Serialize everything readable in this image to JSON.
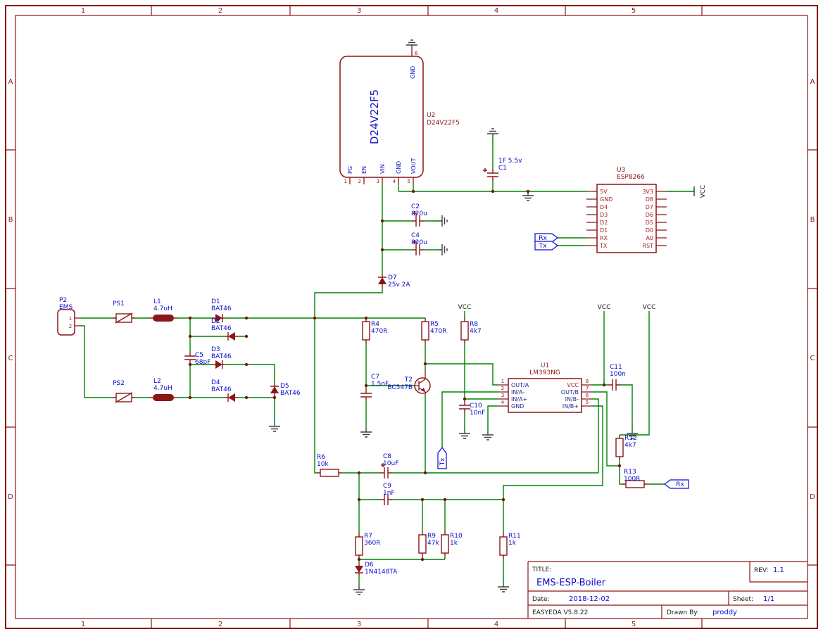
{
  "sheet": {
    "columns": [
      "1",
      "2",
      "3",
      "4",
      "5"
    ],
    "rows": [
      "A",
      "B",
      "C",
      "D"
    ]
  },
  "title_block": {
    "title_label": "TITLE:",
    "title": "EMS-ESP-Boiler",
    "rev_label": "REV:",
    "rev": "1.1",
    "date_label": "Date:",
    "date": "2018-12-02",
    "sheet_label": "Sheet:",
    "sheet": "1/1",
    "tool_version": "EASYEDA V5.8.22",
    "drawn_by_label": "Drawn By:",
    "drawn_by": "proddy"
  },
  "power": {
    "vcc": "VCC"
  },
  "net_flags": {
    "rx": "Rx",
    "tx": "Tx"
  },
  "components": {
    "u2": {
      "ref": "U2",
      "value": "D24V22F5",
      "display_name": "D24V22F5",
      "pin_numbers": [
        "1",
        "2",
        "3",
        "4",
        "5",
        "6"
      ],
      "pin_names": [
        "PG",
        "EN",
        "VIN",
        "GND",
        "VOUT",
        "GND"
      ]
    },
    "u3": {
      "ref": "U3",
      "value": "ESP8266",
      "left_pins": [
        "5V",
        "GND",
        "D4",
        "D3",
        "D2",
        "D1",
        "RX",
        "TX"
      ],
      "right_pins": [
        "3V3",
        "D8",
        "D7",
        "D6",
        "D5",
        "D0",
        "A0",
        "RST"
      ]
    },
    "u1": {
      "ref": "U1",
      "value": "LM393NG",
      "left_pins": [
        "OUT/A",
        "IN/A-",
        "IN/A+",
        "GND"
      ],
      "left_pin_numbers": [
        "1",
        "2",
        "3",
        "4"
      ],
      "right_pins": [
        "VCC",
        "OUT/B",
        "IN/B-",
        "IN/B+"
      ],
      "right_pin_numbers": [
        "8",
        "7",
        "6",
        "5"
      ]
    },
    "p2": {
      "ref": "P2",
      "value": "EMS",
      "pin_numbers": [
        "1",
        "2"
      ]
    },
    "ps1": {
      "ref": "PS1"
    },
    "ps2": {
      "ref": "PS2"
    },
    "l1": {
      "ref": "L1",
      "value": "4.7uH"
    },
    "l2": {
      "ref": "L2",
      "value": "4.7uH"
    },
    "d1": {
      "ref": "D1",
      "value": "BAT46"
    },
    "d2": {
      "ref": "D2",
      "value": "BAT46"
    },
    "d3": {
      "ref": "D3",
      "value": "BAT46"
    },
    "d4": {
      "ref": "D4",
      "value": "BAT46"
    },
    "d5": {
      "ref": "D5",
      "value": "BAT46"
    },
    "d6": {
      "ref": "D6",
      "value": "1N4148TA"
    },
    "d7": {
      "ref": "D7",
      "value": "25v 2A"
    },
    "c1": {
      "ref": "C1",
      "value": "1F 5.5v"
    },
    "c2": {
      "ref": "C2",
      "value": "820u"
    },
    "c4": {
      "ref": "C4",
      "value": "820u"
    },
    "c5": {
      "ref": "C5",
      "value": "68pF"
    },
    "c7": {
      "ref": "C7",
      "value": "1.5nF"
    },
    "c8": {
      "ref": "C8",
      "value": "10uF"
    },
    "c9": {
      "ref": "C9",
      "value": "1nF"
    },
    "c10": {
      "ref": "C10",
      "value": "10nF"
    },
    "c11": {
      "ref": "C11",
      "value": "100n"
    },
    "r4": {
      "ref": "R4",
      "value": "470R"
    },
    "r5": {
      "ref": "R5",
      "value": "470R"
    },
    "r6": {
      "ref": "R6",
      "value": "10k"
    },
    "r7": {
      "ref": "R7",
      "value": "360R"
    },
    "r8": {
      "ref": "R8",
      "value": "4k7"
    },
    "r9": {
      "ref": "R9",
      "value": "47k"
    },
    "r10": {
      "ref": "R10",
      "value": "1k"
    },
    "r11": {
      "ref": "R11",
      "value": "1k"
    },
    "r12": {
      "ref": "R12",
      "value": "4k7"
    },
    "r13": {
      "ref": "R13",
      "value": "100R"
    },
    "t2": {
      "ref": "T2",
      "value": "BC547B"
    }
  },
  "colors": {
    "wire_green": "#008000",
    "symbol_maroon": "#8a1616",
    "label_blue": "#0b0bd0",
    "pin_red": "#a82222",
    "frame_maroon": "#8a1616"
  }
}
